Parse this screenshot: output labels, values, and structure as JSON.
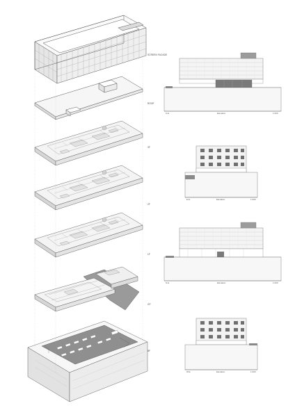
{
  "layers": [
    {
      "id": "facade",
      "label": "SCREEN FACADE"
    },
    {
      "id": "roof",
      "label": "ROOF"
    },
    {
      "id": "l3",
      "label": "3F"
    },
    {
      "id": "l2",
      "label": "2F"
    },
    {
      "id": "l1",
      "label": "1F"
    },
    {
      "id": "gf",
      "label": "GF"
    },
    {
      "id": "bf",
      "label": "BF"
    }
  ],
  "elevations": [
    {
      "id": "south",
      "left": "S.E.",
      "center": "Elevation",
      "right": "1:200"
    },
    {
      "id": "east",
      "left": "E.E.",
      "center": "Elevation",
      "right": "1:200"
    },
    {
      "id": "north",
      "left": "N.E.",
      "center": "Elevation",
      "right": "1:200"
    },
    {
      "id": "west",
      "left": "W.E.",
      "center": "Elevation",
      "right": "1:200"
    }
  ],
  "colors": {
    "line": "#555555",
    "light": "#bdbdbd",
    "grey": "#8c8c8c",
    "dark": "#6e6e6e",
    "fill": "#f3f3f3",
    "accent": "#9a9a9a"
  }
}
